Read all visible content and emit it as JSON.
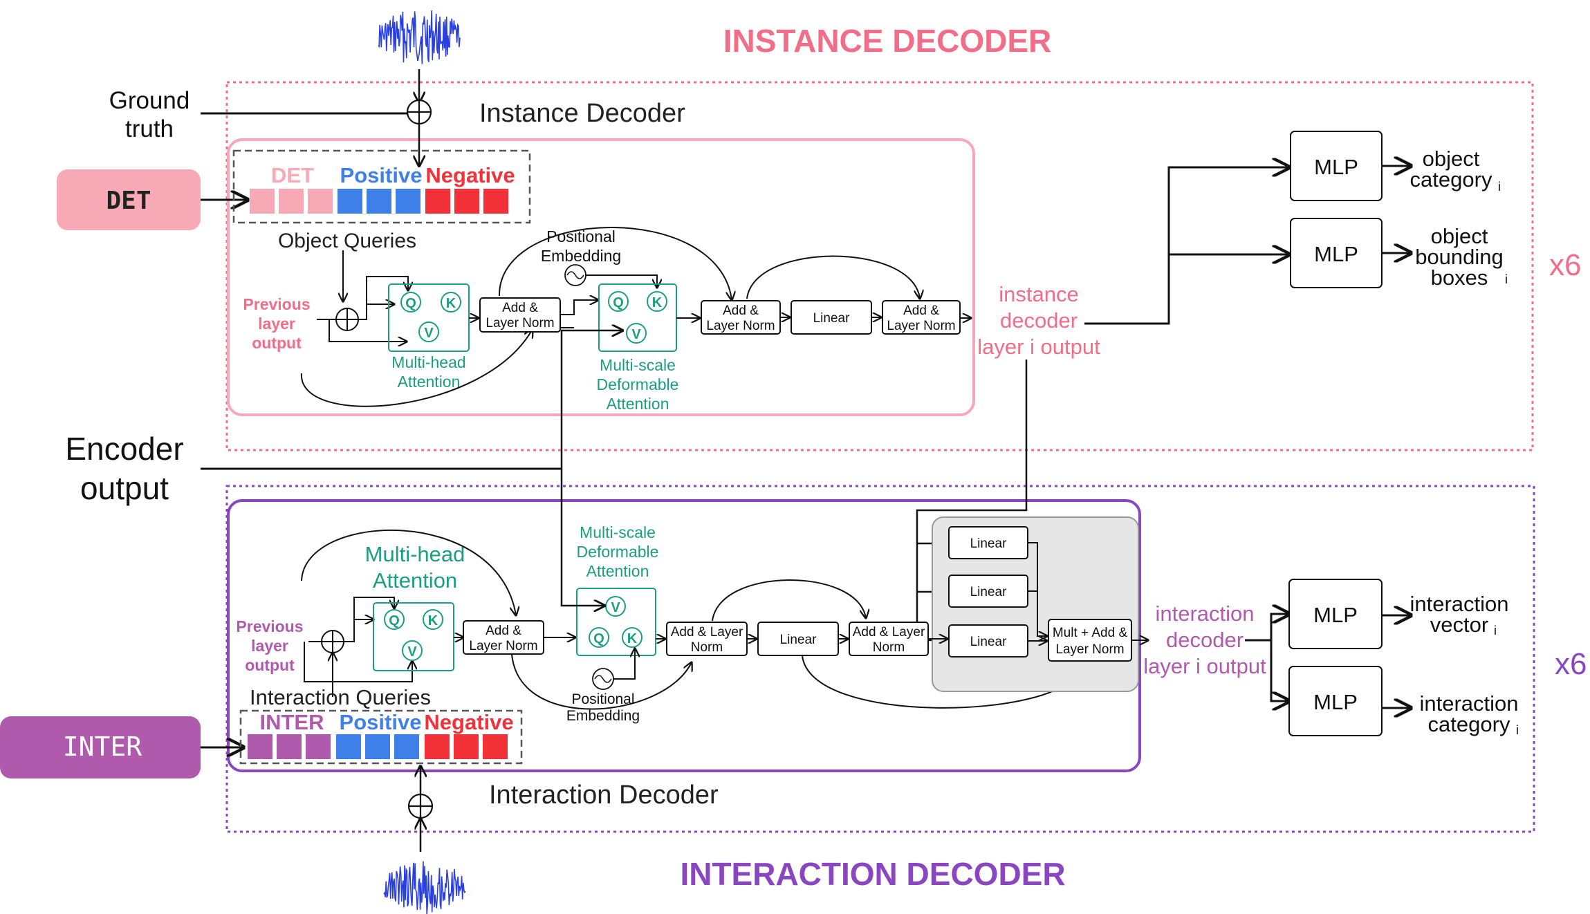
{
  "titles": {
    "instance": "INSTANCE DECODER",
    "interaction": "INTERACTION DECODER",
    "instance_label": "Instance Decoder",
    "interaction_label": "Interaction Decoder",
    "repeat_top": "x6",
    "repeat_bottom": "x6"
  },
  "colors": {
    "pink": "#f26d88",
    "pink_light": "#f7a8b8",
    "pink_fill": "#f7aab6",
    "purple": "#8a45c1",
    "magenta": "#b05aae",
    "teal": "#1b9e82",
    "blue": "#3f7fe8",
    "red": "#f23139",
    "noise": "#2a3fe0"
  },
  "inputs": {
    "ground_truth_1": "Ground",
    "ground_truth_2": "truth",
    "det": "DET",
    "inter": "INTER",
    "encoder_1": "Encoder",
    "encoder_2": "output"
  },
  "instance": {
    "query_det": "DET",
    "query_positive": "Positive",
    "query_negative": "Negative",
    "object_queries": "Object Queries",
    "prev_1": "Previous",
    "prev_2": "layer",
    "prev_3": "output",
    "pos_emb_1": "Positional",
    "pos_emb_2": "Embedding",
    "mha_1": "Multi-head",
    "mha_2": "Attention",
    "msda_1": "Multi-scale",
    "msda_2": "Deformable",
    "msda_3": "Attention",
    "addnorm1_1": "Add &",
    "addnorm1_2": "Layer Norm",
    "addnorm2_1": "Add &",
    "addnorm2_2": "Layer Norm",
    "linear": "Linear",
    "addnorm3_1": "Add &",
    "addnorm3_2": "Layer Norm",
    "out_1": "instance",
    "out_2": "decoder",
    "out_3": "layer i output",
    "q": "Q",
    "k": "K",
    "v": "V"
  },
  "interaction": {
    "query_inter": "INTER",
    "query_positive": "Positive",
    "query_negative": "Negative",
    "interaction_queries": "Interaction Queries",
    "prev_1": "Previous",
    "prev_2": "layer",
    "prev_3": "output",
    "mha_1": "Multi-head",
    "mha_2": "Attention",
    "msda_1": "Multi-scale",
    "msda_2": "Deformable",
    "msda_3": "Attention",
    "pos_emb_1": "Positional",
    "pos_emb_2": "Embedding",
    "addnorm1_1": "Add &",
    "addnorm1_2": "Layer Norm",
    "addnorm2_1": "Add & Layer",
    "addnorm2_2": "Norm",
    "linear": "Linear",
    "addnorm3_1": "Add & Layer",
    "addnorm3_2": "Norm",
    "linear_a": "Linear",
    "linear_b": "Linear",
    "linear_c": "Linear",
    "mult_1": "Mult + Add &",
    "mult_2": "Layer Norm",
    "out_1": "interaction",
    "out_2": "decoder",
    "out_3": "layer i output",
    "q": "Q",
    "k": "K",
    "v": "V"
  },
  "heads": {
    "mlp": "MLP",
    "obj_cat_1": "object",
    "obj_cat_2": "category",
    "obj_box_1": "object",
    "obj_box_2": "bounding",
    "obj_box_3": "boxes",
    "int_vec_1": "interaction",
    "int_vec_2": "vector",
    "int_cat_1": "interaction",
    "int_cat_2": "category",
    "sub_i": "i"
  }
}
